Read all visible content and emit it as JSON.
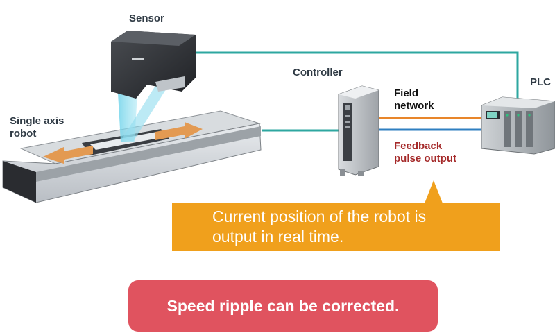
{
  "labels": {
    "sensor": "Sensor",
    "controller": "Controller",
    "plc": "PLC",
    "robot_line1": "Single axis",
    "robot_line2": "robot",
    "field_line1": "Field",
    "field_line2": "network",
    "feedback_line1": "Feedback",
    "feedback_line2": "pulse output"
  },
  "callout": {
    "line1": "Current position of the robot is",
    "line2": "output in real time."
  },
  "banner": {
    "text": "Speed ripple can be corrected."
  },
  "colors": {
    "teal_cable": "#2ea7a0",
    "field_network_line": "#e8862a",
    "feedback_line": "#2f7fc1",
    "callout_bg": "#f0a01c",
    "banner_bg": "#e0535f",
    "feedback_text": "#a52a2a",
    "arrow": "#e39a52"
  }
}
